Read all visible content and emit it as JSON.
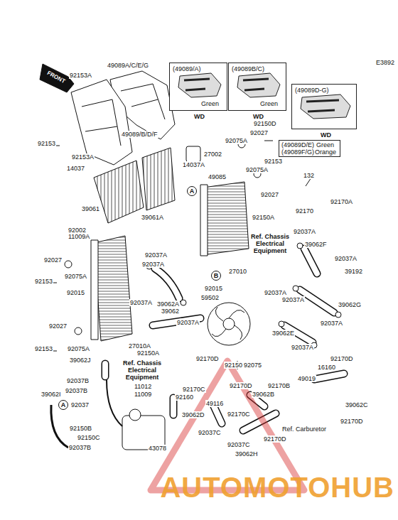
{
  "diagram": {
    "nodes": [
      {
        "text": [
          "(49089/A)",
          "Green",
          "WD"
        ]
      },
      {
        "text": [
          "(49089B/C)",
          "Green",
          "WD"
        ]
      },
      {
        "text": [
          "(49089D-G)",
          "WD"
        ]
      },
      {
        "text": [
          "(49089D/E)",
          "Green",
          "(49089F/G)",
          "Orange"
        ]
      }
    ],
    "labels": [
      "E3892",
      "FRONT",
      "92153A",
      "49089A/C/E/G",
      "49089/B/D/F",
      "92153",
      "92153A",
      "27002",
      "14037A",
      "14037",
      "49085",
      "92150D",
      "92027",
      "92075A",
      "92153",
      "92075A",
      "A",
      "132",
      "92170A",
      "92027",
      "92170",
      "39061",
      "39061A",
      "92150A",
      "92002",
      "11009A",
      "92037A",
      "Ref. Chassis Electrical Equipment",
      "39062F",
      "92037A",
      "92037A",
      "92027",
      "92075A",
      "92153",
      "92037A",
      "39192",
      "B",
      "27010",
      "92015",
      "59502",
      "92015",
      "92037A",
      "92037A",
      "39062G",
      "92037A",
      "39062A",
      "39062",
      "92027",
      "92037A",
      "92037A",
      "39062E",
      "92075A",
      "92153",
      "27010A",
      "92150A",
      "92037A",
      "39062J",
      "Ref. Chassis Electrical Equipment",
      "92170D",
      "92150",
      "92075",
      "92170D",
      "16160",
      "49019",
      "92037B",
      "92037B",
      "11012",
      "11009",
      "92170C",
      "92170D",
      "92170B",
      "92160",
      "49116",
      "39062I",
      "A",
      "92037",
      "39062D",
      "92170C",
      "39062C",
      "92170D",
      "92150B",
      "92150C",
      "92037B",
      "43078",
      "92037C",
      "Ref. Carburetor",
      "92170D",
      "92037C",
      "39062H",
      "AUTOMOTOHUB",
      "39062B"
    ]
  }
}
